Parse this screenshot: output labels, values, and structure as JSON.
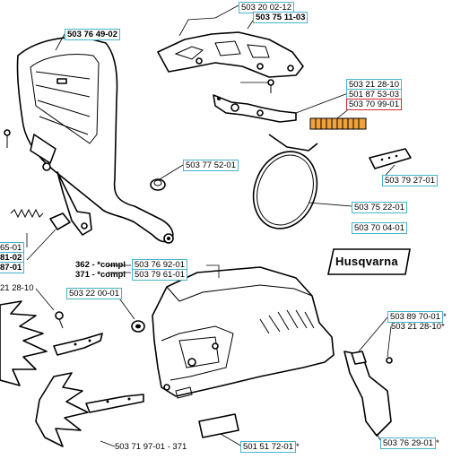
{
  "labels": {
    "l01": "503 20 02-12",
    "l02": "503 75 11-03",
    "l03": "503 76 49-02",
    "l04": "503 21 28-10",
    "l05": "501 87 53-03",
    "l06": "503 70 99-01",
    "l07": "503 77 52-01",
    "l08": "503 79 27-01",
    "l09": "503 75 22-01",
    "l10": "503 70 04-01",
    "l11": "65-01",
    "l12": "81-02",
    "l13": "87-01",
    "l14_prefix": "362 - *compl",
    "l14": "503 76 92-01",
    "l15_prefix": "371 - *compl",
    "l15": "503 79 61-01",
    "l16": "21 28-10",
    "l17": "503 22 00-01",
    "l18": "503 89 70-01",
    "l18_suffix": "*",
    "l19": "503 21 28-10",
    "l19_suffix": "*",
    "l20": "503 71 97-01 - 371",
    "l21": "501 51 72-01",
    "l21_suffix": "*",
    "l22": "503 76 29-01",
    "l22_suffix": "*"
  },
  "logo_text": "Husqvarna",
  "colors": {
    "box_border": "#45b4c8",
    "highlight_border": "#d8262b",
    "line": "#000000"
  }
}
